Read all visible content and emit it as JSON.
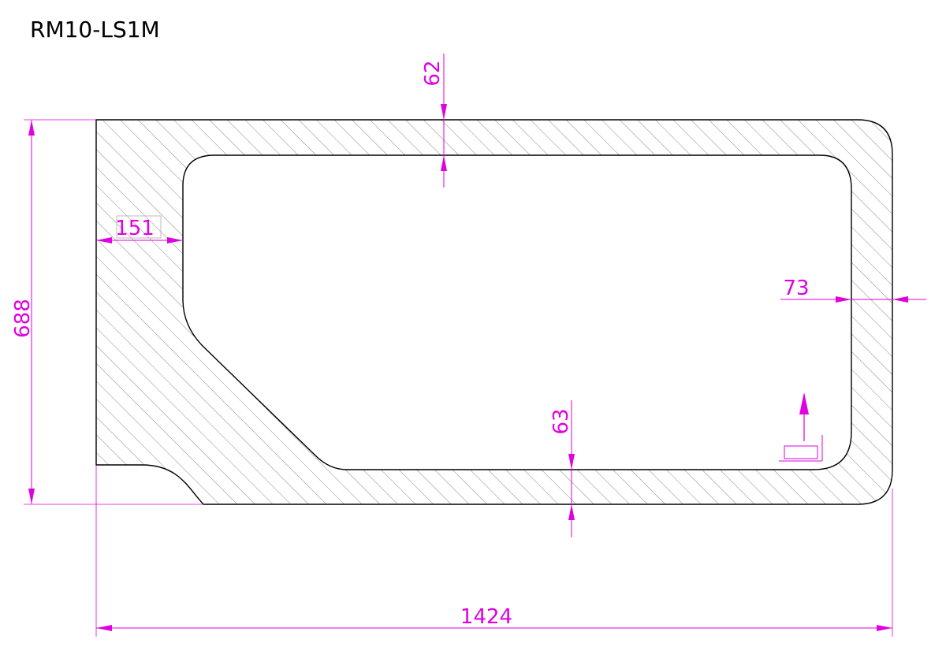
{
  "title": "RM10-LS1M",
  "dimensions": {
    "overall_width": "1424",
    "overall_height": "688",
    "wall_left": "151",
    "wall_top": "62",
    "wall_right": "73",
    "wall_bottom": "63"
  },
  "colors": {
    "outline": "#000000",
    "dimension": "#e000e0",
    "hatch": "#888888",
    "background": "#ffffff"
  },
  "icons": {
    "drain_marker": "up-arrow-icon"
  }
}
